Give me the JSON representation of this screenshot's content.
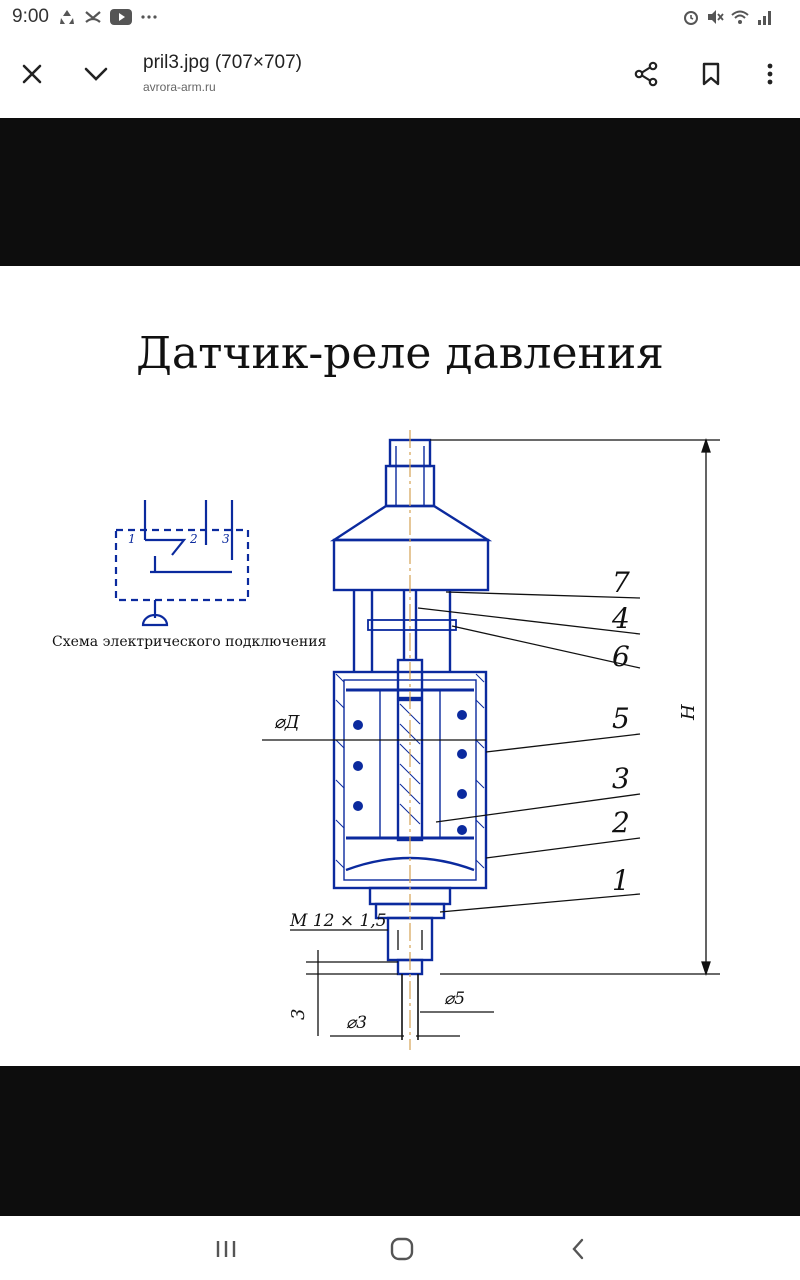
{
  "status_bar": {
    "time": "9:00",
    "left_icons": [
      "recycle-icon",
      "missed-call-icon",
      "youtube-icon",
      "more-dots-icon"
    ],
    "right_icons": [
      "alarm-icon",
      "mute-icon",
      "wifi-icon",
      "signal-icon"
    ]
  },
  "app_bar": {
    "title": "pril3.jpg (707×707)",
    "subtitle": "avrora-arm.ru",
    "actions": [
      "close-icon",
      "chevron-down-icon",
      "share-icon",
      "bookmark-icon",
      "more-vertical-icon"
    ]
  },
  "image": {
    "heading": "Датчик-реле давления",
    "wiring_caption": "Схема электрического подключения",
    "wiring_terminals": [
      "1",
      "2",
      "3"
    ],
    "callouts": [
      "7",
      "4",
      "6",
      "5",
      "3",
      "2",
      "1"
    ],
    "dimensions": {
      "diameter_d": "⌀Д",
      "height": "H",
      "thread": "М 12 × 1,5",
      "depth": "3",
      "diameter_3": "⌀3",
      "diameter_5": "⌀5"
    },
    "colors": {
      "outline": "#0b2a9e",
      "ink": "#111111",
      "center": "#d4a253"
    }
  },
  "nav_bar": {
    "buttons": [
      "recent-apps-icon",
      "home-icon",
      "back-icon"
    ]
  }
}
